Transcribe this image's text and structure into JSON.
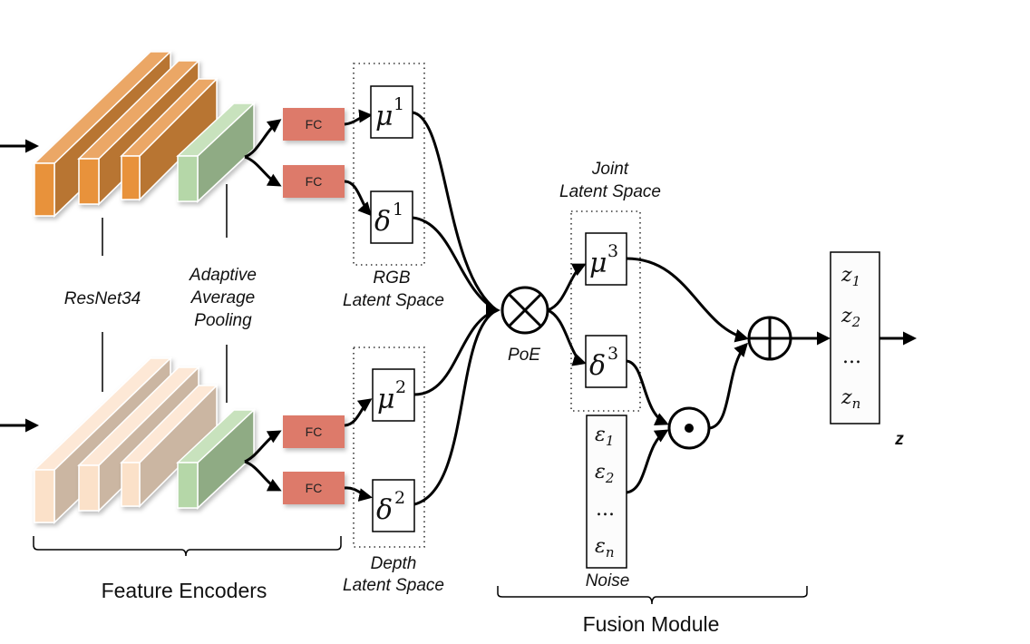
{
  "title": "Multimodal fusion architecture",
  "encoders": {
    "backbone_label": "ResNet34",
    "pooling_label": [
      "Adaptive",
      "Average",
      "Pooling"
    ],
    "group_label": "Feature Encoders",
    "rgb_colors": {
      "front": "#e8923a",
      "side": "#b87430",
      "top": "#eba766"
    },
    "depth_colors": {
      "front": "#fbe1c9",
      "side": "#cbb6a2",
      "top": "#fde8d6"
    },
    "pool_colors": {
      "front": "#b5d7a8",
      "side": "#8fab84",
      "top": "#c8e2bd"
    }
  },
  "fc": {
    "label": "FC",
    "color": "#dd7a6a"
  },
  "rgb_latent": {
    "title": [
      "RGB",
      "Latent Space"
    ],
    "mu": "μ",
    "mu_sup": "1",
    "delta": "δ",
    "delta_sup": "1"
  },
  "depth_latent": {
    "title": [
      "Depth",
      "Latent Space"
    ],
    "mu": "μ",
    "mu_sup": "2",
    "delta": "δ",
    "delta_sup": "2"
  },
  "poe": {
    "label": "PoE",
    "symbol": "otimes-icon"
  },
  "joint_latent": {
    "title": [
      "Joint",
      "Latent Space"
    ],
    "mu": "μ",
    "mu_sup": "3",
    "delta": "δ",
    "delta_sup": "3"
  },
  "noise": {
    "label": "Noise",
    "items": [
      {
        "base": "ε",
        "sub": "1"
      },
      {
        "base": "ε",
        "sub": "2"
      },
      {
        "base": "...",
        "sub": ""
      },
      {
        "base": "ε",
        "sub": "n"
      }
    ]
  },
  "hadamard": {
    "symbol": "odot-icon"
  },
  "sum": {
    "symbol": "oplus-icon"
  },
  "output": {
    "label": "z",
    "items": [
      {
        "base": "z",
        "sub": "1"
      },
      {
        "base": "z",
        "sub": "2"
      },
      {
        "base": "...",
        "sub": ""
      },
      {
        "base": "z",
        "sub": "n"
      }
    ]
  },
  "fusion_label": "Fusion Module"
}
